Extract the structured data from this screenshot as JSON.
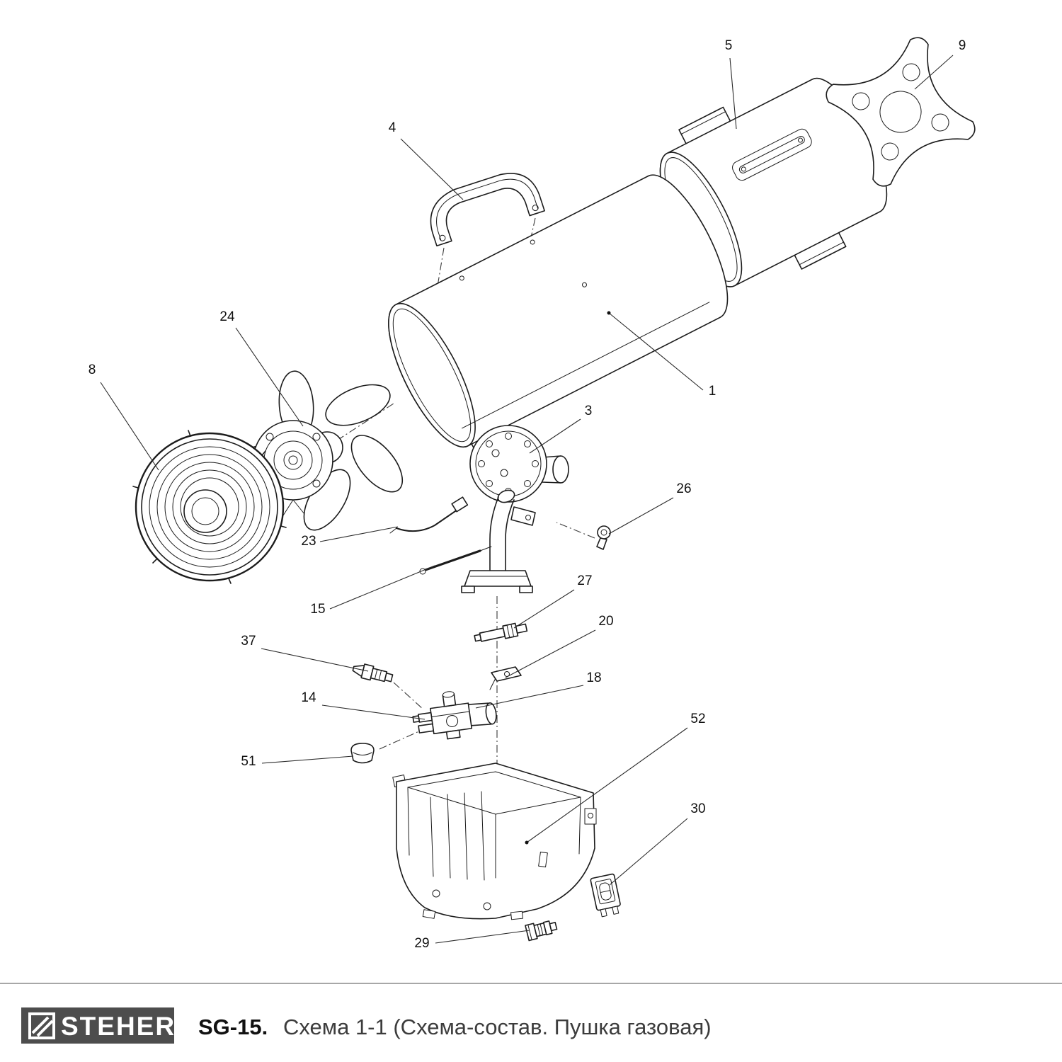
{
  "footer": {
    "brand": "STEHER",
    "model": "SG-15.",
    "scheme_title": "Схема 1-1 (Схема-состав. Пушка газовая)"
  },
  "callouts": [
    {
      "label": "1",
      "part": "combustion-chamber-cylinder"
    },
    {
      "label": "3",
      "part": "burner-assembly"
    },
    {
      "label": "4",
      "part": "carry-handle"
    },
    {
      "label": "5",
      "part": "rear-casing-cylinder"
    },
    {
      "label": "8",
      "part": "fan-guard-grille"
    },
    {
      "label": "9",
      "part": "rear-mounting-star"
    },
    {
      "label": "14",
      "part": "gas-valve-assembly"
    },
    {
      "label": "15",
      "part": "injector-rod"
    },
    {
      "label": "18",
      "part": "valve-block"
    },
    {
      "label": "20",
      "part": "bracket"
    },
    {
      "label": "23",
      "part": "ignition-electrode"
    },
    {
      "label": "24",
      "part": "motor-with-fan"
    },
    {
      "label": "26",
      "part": "screw-fitting"
    },
    {
      "label": "27",
      "part": "valve-stem"
    },
    {
      "label": "29",
      "part": "cable-gland"
    },
    {
      "label": "30",
      "part": "power-switch"
    },
    {
      "label": "37",
      "part": "hose-fitting"
    },
    {
      "label": "51",
      "part": "knob-cap"
    },
    {
      "label": "52",
      "part": "base-housing"
    }
  ]
}
